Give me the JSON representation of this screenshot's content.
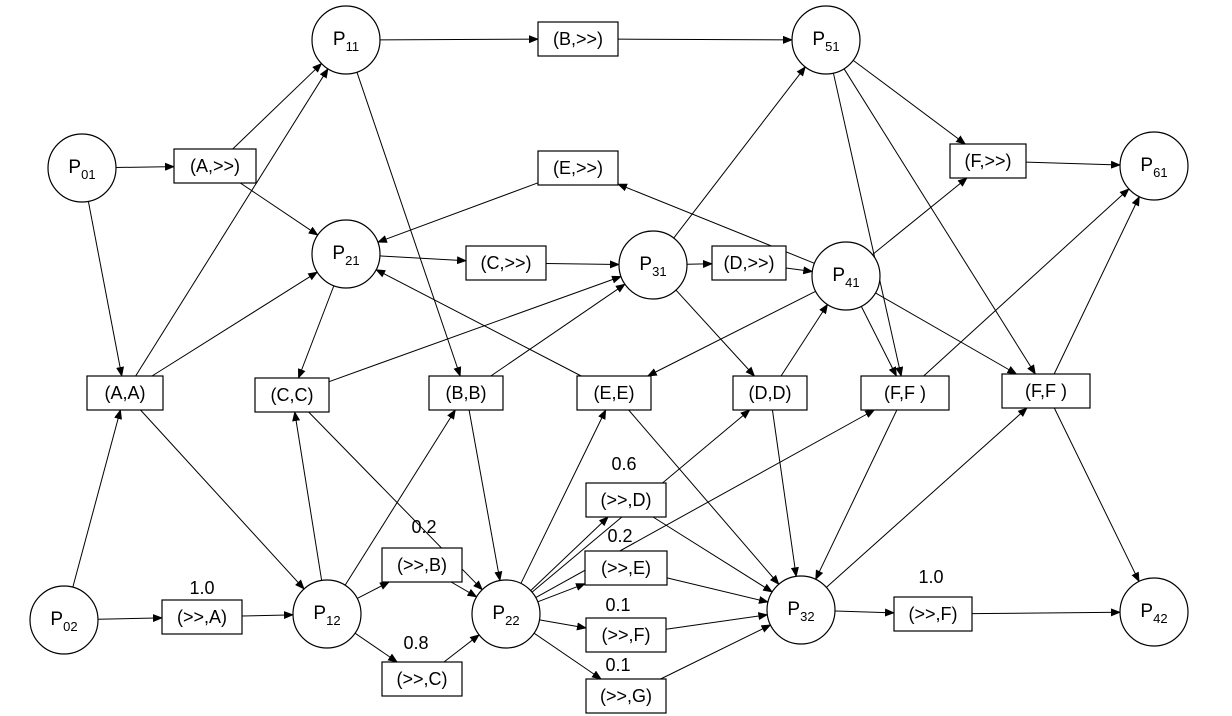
{
  "places": [
    {
      "id": "P01",
      "base": "P",
      "sub": "01"
    },
    {
      "id": "P02",
      "base": "P",
      "sub": "02"
    },
    {
      "id": "P11",
      "base": "P",
      "sub": "11"
    },
    {
      "id": "P12",
      "base": "P",
      "sub": "12"
    },
    {
      "id": "P21",
      "base": "P",
      "sub": "21"
    },
    {
      "id": "P22",
      "base": "P",
      "sub": "22"
    },
    {
      "id": "P31",
      "base": "P",
      "sub": "31"
    },
    {
      "id": "P32",
      "base": "P",
      "sub": "32"
    },
    {
      "id": "P41",
      "base": "P",
      "sub": "41"
    },
    {
      "id": "P42",
      "base": "P",
      "sub": "42"
    },
    {
      "id": "P51",
      "base": "P",
      "sub": "51"
    },
    {
      "id": "P61",
      "base": "P",
      "sub": "61"
    }
  ],
  "transitions": [
    {
      "id": "AA",
      "label": "(A,A)"
    },
    {
      "id": "A_sync",
      "label": "(A,>>)"
    },
    {
      "id": "B_sync",
      "label": "(B,>>)"
    },
    {
      "id": "E_sync",
      "label": "(E,>>)"
    },
    {
      "id": "C_sync",
      "label": "(C,>>)"
    },
    {
      "id": "D_sync",
      "label": "(D,>>)"
    },
    {
      "id": "F_sync",
      "label": "(F,>>)"
    },
    {
      "id": "CC",
      "label": "(C,C)"
    },
    {
      "id": "BB",
      "label": "(B,B)"
    },
    {
      "id": "EE",
      "label": "(E,E)"
    },
    {
      "id": "DD",
      "label": "(D,D)"
    },
    {
      "id": "FF1",
      "label": "(F,F )"
    },
    {
      "id": "FF2",
      "label": "(F,F )"
    },
    {
      "id": "mA",
      "label": "(>>,A)"
    },
    {
      "id": "mB",
      "label": "(>>,B)"
    },
    {
      "id": "mC",
      "label": "(>>,C)"
    },
    {
      "id": "mD",
      "label": "(>>,D)"
    },
    {
      "id": "mE",
      "label": "(>>,E)"
    },
    {
      "id": "mF",
      "label": "(>>,F)"
    },
    {
      "id": "mG",
      "label": "(>>,G)"
    },
    {
      "id": "mF2",
      "label": "(>>,F)"
    }
  ],
  "probabilities": [
    {
      "id": "pA",
      "value": "1.0"
    },
    {
      "id": "pB",
      "value": "0.2"
    },
    {
      "id": "pC",
      "value": "0.8"
    },
    {
      "id": "pD",
      "value": "0.6"
    },
    {
      "id": "pE",
      "value": "0.2"
    },
    {
      "id": "pF",
      "value": "0.1"
    },
    {
      "id": "pG",
      "value": "0.1"
    },
    {
      "id": "pF2",
      "value": "1.0"
    }
  ],
  "edges": [
    [
      "P01",
      "A_sync"
    ],
    [
      "P01",
      "AA"
    ],
    [
      "P02",
      "AA"
    ],
    [
      "P02",
      "mA"
    ],
    [
      "A_sync",
      "P11"
    ],
    [
      "A_sync",
      "P21"
    ],
    [
      "AA",
      "P11"
    ],
    [
      "AA",
      "P21"
    ],
    [
      "AA",
      "P12"
    ],
    [
      "mA",
      "P12"
    ],
    [
      "P11",
      "B_sync"
    ],
    [
      "P11",
      "BB"
    ],
    [
      "B_sync",
      "P51"
    ],
    [
      "P12",
      "CC"
    ],
    [
      "P12",
      "BB"
    ],
    [
      "P12",
      "mB"
    ],
    [
      "P12",
      "mC"
    ],
    [
      "P21",
      "C_sync"
    ],
    [
      "P21",
      "CC"
    ],
    [
      "C_sync",
      "P31"
    ],
    [
      "CC",
      "P31"
    ],
    [
      "CC",
      "P22"
    ],
    [
      "BB",
      "P31"
    ],
    [
      "BB",
      "P22"
    ],
    [
      "mB",
      "P22"
    ],
    [
      "mC",
      "P22"
    ],
    [
      "P22",
      "EE"
    ],
    [
      "P22",
      "DD"
    ],
    [
      "P22",
      "FF1"
    ],
    [
      "P22",
      "mD"
    ],
    [
      "P22",
      "mE"
    ],
    [
      "P22",
      "mF"
    ],
    [
      "P22",
      "mG"
    ],
    [
      "P31",
      "P51"
    ],
    [
      "P31",
      "D_sync"
    ],
    [
      "P31",
      "DD"
    ],
    [
      "D_sync",
      "P41"
    ],
    [
      "DD",
      "P41"
    ],
    [
      "DD",
      "P32"
    ],
    [
      "EE",
      "P21"
    ],
    [
      "EE",
      "P32"
    ],
    [
      "E_sync",
      "P21"
    ],
    [
      "P41",
      "E_sync"
    ],
    [
      "P41",
      "EE"
    ],
    [
      "P41",
      "F_sync"
    ],
    [
      "P41",
      "FF1"
    ],
    [
      "P41",
      "FF2"
    ],
    [
      "P51",
      "F_sync"
    ],
    [
      "P51",
      "FF1"
    ],
    [
      "P51",
      "FF2"
    ],
    [
      "F_sync",
      "P61"
    ],
    [
      "FF1",
      "P61"
    ],
    [
      "FF1",
      "P32"
    ],
    [
      "FF2",
      "P61"
    ],
    [
      "FF2",
      "P42"
    ],
    [
      "mD",
      "P32"
    ],
    [
      "mE",
      "P32"
    ],
    [
      "mF",
      "P32"
    ],
    [
      "mG",
      "P32"
    ],
    [
      "P32",
      "FF2"
    ],
    [
      "P32",
      "mF2"
    ],
    [
      "mF2",
      "P42"
    ]
  ]
}
